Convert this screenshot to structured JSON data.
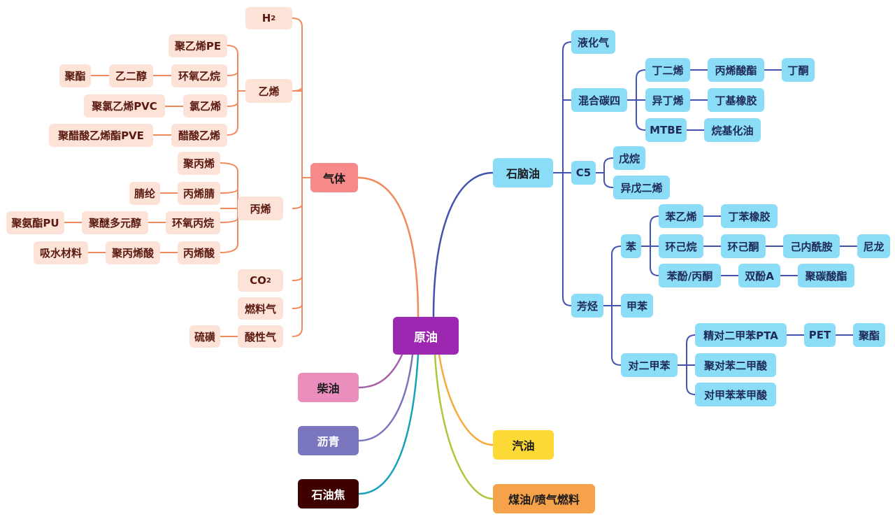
{
  "root": {
    "label": "原油",
    "color": "#9c27b0",
    "text_color": "#ffffff"
  },
  "branches": {
    "gas": {
      "label": "气体",
      "color": "#f6898a",
      "text_color": "#1a1a1a",
      "line_color": "#f08a5d"
    },
    "naphtha": {
      "label": "石脑油",
      "color": "#8adcf7",
      "text_color": "#1a1a1a",
      "line_color": "#4352b0"
    },
    "diesel": {
      "label": "柴油",
      "color": "#ea8fbd",
      "text_color": "#1a1a1a",
      "line_color": "#a560a8"
    },
    "asphalt": {
      "label": "沥青",
      "color": "#7a76be",
      "text_color": "#ffffff",
      "line_color": "#7a76be"
    },
    "petcoke": {
      "label": "石油焦",
      "color": "#3f0000",
      "text_color": "#ffffff",
      "line_color": "#16a2b8"
    },
    "gasoline": {
      "label": "汽油",
      "color": "#fcd934",
      "text_color": "#1a1a1a",
      "line_color": "#f7a93b"
    },
    "kerosene": {
      "label": "煤油/喷气燃料",
      "color": "#f6a24a",
      "text_color": "#1a1a1a",
      "line_color": "#a8c93a"
    }
  },
  "gas_nodes": {
    "h2": {
      "base": "H",
      "sub": "2"
    },
    "ethylene": "乙烯",
    "pe": "聚乙烯PE",
    "eo": "环氧乙烷",
    "eg": "乙二醇",
    "polyester": "聚酯",
    "vcm": "氯乙烯",
    "pvc": "聚氯乙烯PVC",
    "vam": "醋酸乙烯",
    "pve": "聚醋酸乙烯酯PVE",
    "propylene": "丙烯",
    "pp": "聚丙烯",
    "acn": "丙烯腈",
    "acrylic": "腈纶",
    "po": "环氧丙烷",
    "polyether": "聚醚多元醇",
    "pu": "聚氨酯PU",
    "aa": "丙烯酸",
    "paa": "聚丙烯酸",
    "sap": "吸水材料",
    "co2": {
      "base": "CO",
      "sub": "2"
    },
    "fuelgas": "燃料气",
    "acidgas": "酸性气",
    "sulfur": "硫磺"
  },
  "naphtha_nodes": {
    "lpg": "液化气",
    "c4": "混合碳四",
    "butadiene": "丁二烯",
    "acrylate": "丙烯酸酯",
    "mek": "丁酮",
    "isobutene": "异丁烯",
    "iir": "丁基橡胶",
    "mtbe": "MTBE",
    "alkylate": "烷基化油",
    "c5": "C5",
    "pentane": "戊烷",
    "isoprene": "异戊二烯",
    "aromatics": "芳烃",
    "benzene": "苯",
    "styrene": "苯乙烯",
    "sbr": "丁苯橡胶",
    "cyclohexane": "环己烷",
    "cyclohexanone": "环己酮",
    "caprolactam": "己内酰胺",
    "nylon": "尼龙",
    "phenol": "苯酚/丙酮",
    "bpa": "双酚A",
    "pc": "聚碳酸酯",
    "toluene": "甲苯",
    "px": "对二甲苯",
    "pta": "精对二甲苯PTA",
    "pet": "PET",
    "polyester2": "聚酯",
    "pbt": "聚对苯二甲酸",
    "ptoluic": "对甲苯苯甲酸"
  }
}
